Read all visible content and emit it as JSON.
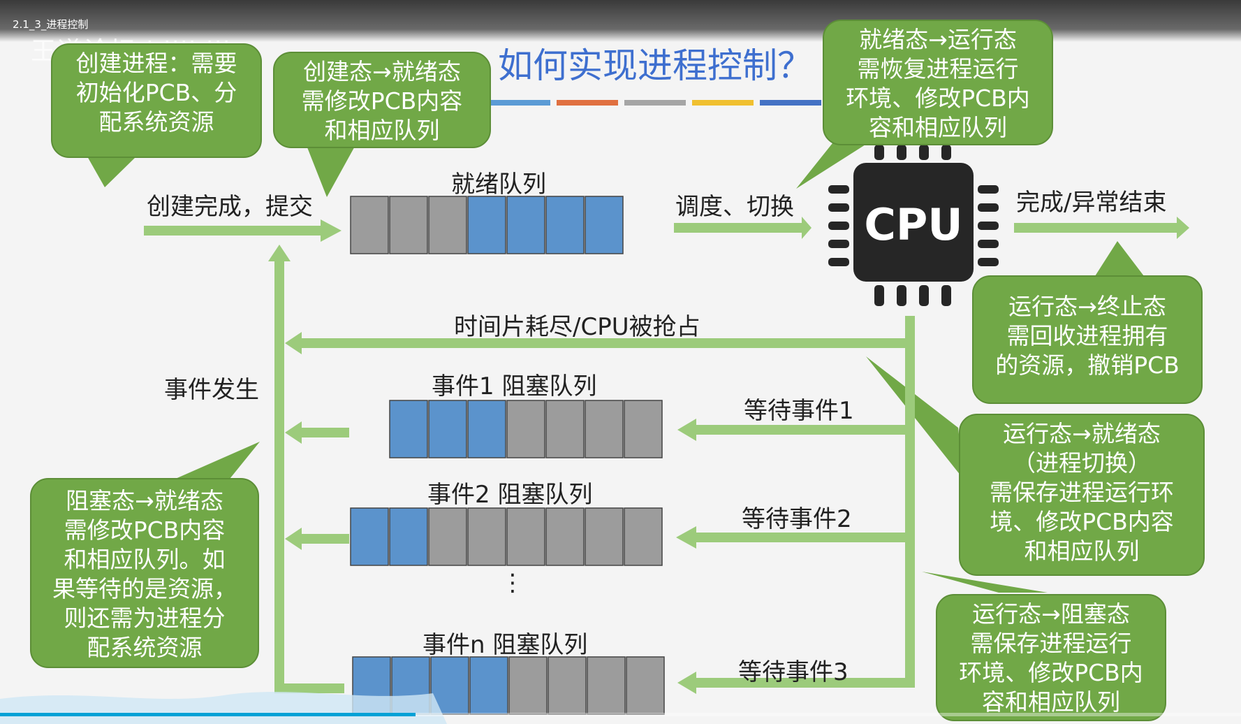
{
  "player": {
    "video_title": "2.1_3_进程控制",
    "watermark": "王道论坛 bilibili",
    "progress": 0.335,
    "progress_color": "#00a1d6"
  },
  "slide": {
    "title": "如何实现进程控制？",
    "colors": {
      "callout_fill": "#71a847",
      "arrow": "#9ccb7b",
      "queue_blue": "#5b93cc",
      "queue_gray": "#9c9c9c",
      "title_blue": "#3e6fcf",
      "cpu": "#262626"
    },
    "title_stripe_colors": [
      "#5b9bd5",
      "#e07040",
      "#a5a5a5",
      "#f0c030",
      "#4472c4",
      "#70ad47"
    ],
    "callouts": {
      "create": "创建进程：需要\n初始化PCB、分\n配系统资源",
      "create_to_ready": "创建态→就绪态\n需修改PCB内容\n和相应队列",
      "ready_to_running": "就绪态→运行态\n需恢复进程运行\n环境、修改PCB内\n容和相应队列",
      "running_to_terminated": "运行态→终止态\n需回收进程拥有\n的资源，撤销PCB",
      "running_to_ready": "运行态→就绪态\n（进程切换）\n需保存进程运行环\n境、修改PCB内容\n和相应队列",
      "running_to_blocked": "运行态→阻塞态\n需保存进程运行\n环境、修改PCB内\n容和相应队列",
      "blocked_to_ready": "阻塞态→就绪态\n需修改PCB内容\n和相应队列。如\n果等待的是资源，\n则还需为进程分\n配系统资源"
    },
    "labels": {
      "submit": "创建完成，提交",
      "ready_queue": "就绪队列",
      "dispatch": "调度、切换",
      "finish": "完成/异常结束",
      "timeslice": "时间片耗尽/CPU被抢占",
      "event_occurs": "事件发生",
      "blocked_queue_1": "事件1 阻塞队列",
      "blocked_queue_2": "事件2 阻塞队列",
      "blocked_queue_n": "事件n 阻塞队列",
      "wait_event_1": "等待事件1",
      "wait_event_2": "等待事件2",
      "wait_event_3": "等待事件3",
      "ellipsis": "⋮",
      "cpu": "CPU"
    },
    "queues": {
      "ready": [
        "gray",
        "gray",
        "gray",
        "blue",
        "blue",
        "blue",
        "blue"
      ],
      "event1": [
        "blue",
        "blue",
        "blue",
        "gray",
        "gray",
        "gray",
        "gray"
      ],
      "event2": [
        "blue",
        "blue",
        "gray",
        "gray",
        "gray",
        "gray",
        "gray",
        "gray"
      ],
      "eventn": [
        "blue",
        "blue",
        "blue",
        "blue",
        "gray",
        "gray",
        "gray",
        "gray"
      ]
    }
  }
}
